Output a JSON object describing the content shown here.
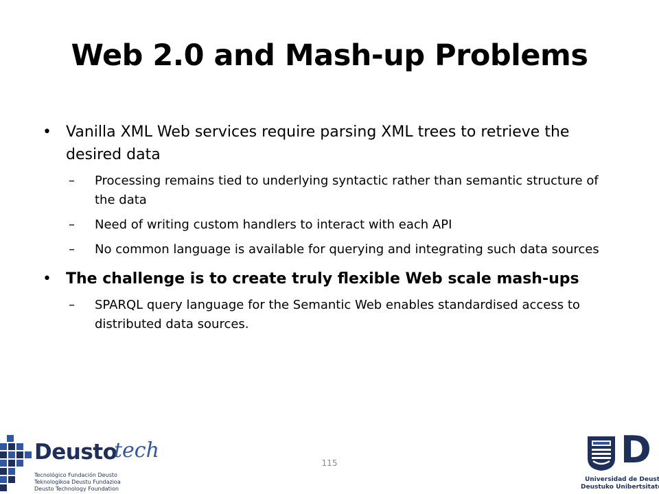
{
  "slide": {
    "title": "Web 2.0 and Mash-up Problems",
    "bullets": [
      {
        "text": "Vanilla XML Web services require parsing XML trees to retrieve the desired data",
        "subs": [
          "Processing remains tied to underlying syntactic rather than semantic structure of the data",
          "Need of writing custom handlers to interact with each API",
          "No common language is available for querying and integrating such data sources"
        ]
      },
      {
        "text": "The challenge is to create truly flexible Web scale mash-ups",
        "subs": [
          "SPARQL query language for the Semantic Web enables standardised access to distributed data sources."
        ]
      }
    ],
    "bullet_mark": "•",
    "sub_mark": "–",
    "page_number": "115"
  },
  "logos": {
    "left": {
      "brand": "Deusto",
      "brand_suffix": "tech",
      "lines": [
        "Tecnológico Fundación Deusto",
        "Teknologikoa Deustu Fundazioa",
        "Deusto Technology Foundation"
      ]
    },
    "right": {
      "letter": "D",
      "line1": "Universidad de Deusto",
      "line2": "Deustuko Unibertsitatea"
    }
  },
  "colors": {
    "text": "#000000",
    "brand_navy": "#1f2f5c",
    "brand_blue": "#2f57a6",
    "page_number": "#8a8a8a"
  }
}
